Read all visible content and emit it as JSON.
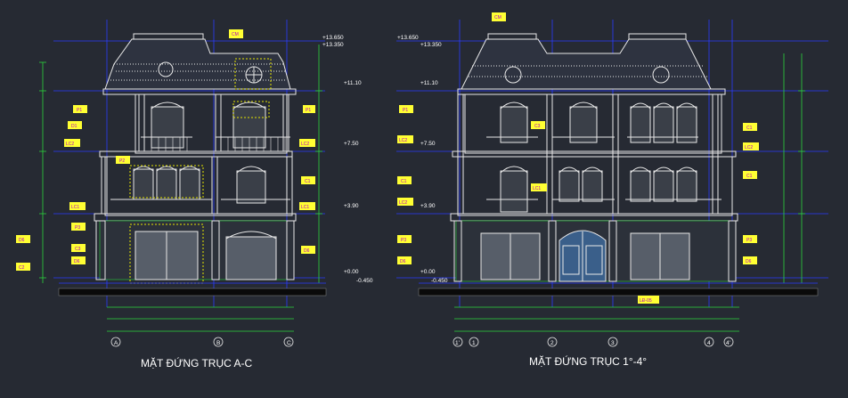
{
  "colors": {
    "background": "#262a33",
    "line_white": "#e8e8e8",
    "level_blue": "#2a3cff",
    "dim_green": "#2bd43c",
    "tag_yellow": "#ffff33",
    "tag_magenta": "#b000c0",
    "dashed_yellow": "#e6e600",
    "glass_grey": "#6f7680",
    "ground": "#0a0a0a",
    "door_blue": "#3a5f8a"
  },
  "left_elevation": {
    "title": "MẶT ĐỨNG TRỤC A-C",
    "levels": [
      "+13.650",
      "+13.350",
      "+11.10",
      "+7.50",
      "+3.90",
      "+0.00",
      "-0.450"
    ],
    "axes": [
      "A",
      "B",
      "C"
    ],
    "tags": [
      "CM",
      "P1",
      "D1",
      "LC2",
      "P1",
      "LC2",
      "P2",
      "C1",
      "LC1",
      "LC1",
      "P3",
      "D6",
      "C3",
      "D6",
      "D6",
      "C2"
    ]
  },
  "right_elevation": {
    "title": "MẶT ĐỨNG TRỤC 1°-4°",
    "levels": [
      "+13.650",
      "+13.350",
      "+11.10",
      "+7.50",
      "+3.90",
      "+0.00",
      "-0.450"
    ],
    "axes": [
      "1'",
      "1",
      "2",
      "3",
      "4",
      "4'"
    ],
    "tags": [
      "CM",
      "P1",
      "C3",
      "LC2",
      "C1",
      "LC1",
      "LC2",
      "P3",
      "D6",
      "C1",
      "LC2",
      "C1",
      "P3",
      "D6",
      "LĐ-05"
    ]
  }
}
